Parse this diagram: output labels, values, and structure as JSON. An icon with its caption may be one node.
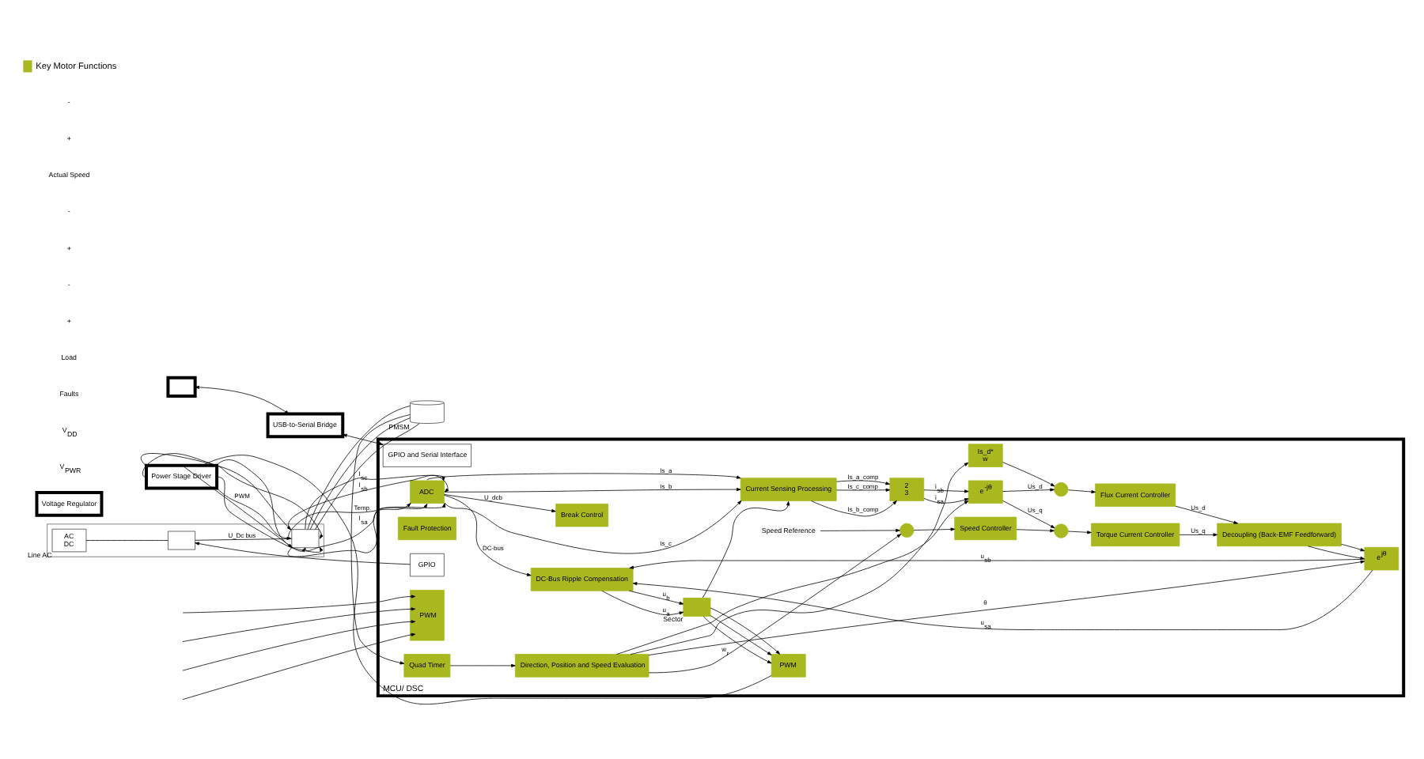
{
  "diagram": {
    "nodes": [
      {
        "text": [],
        "shape": "box"
      },
      {
        "text": [
          "USB-to-Serial Bridge"
        ]
      },
      {
        "text": [
          "Voltage Regulator"
        ]
      },
      {
        "text": [],
        "shape": "box"
      },
      {
        "text": [
          "AC",
          "DC"
        ],
        "beside": [
          "Line AC"
        ],
        "in": 3
      },
      {
        "text": [],
        "shape": "box",
        "in": 3
      },
      {
        "text": [],
        "shape": "box",
        "in": 3
      },
      {
        "text": [],
        "shape": "cylinder",
        "beside": [
          "PMSM"
        ]
      },
      {
        "text": [
          "Power Stage Driver"
        ]
      },
      {
        "text": [
          "MCU/ DSC"
        ]
      },
      {
        "text": [
          "GPIO and Serial Interface"
        ],
        "in": 9
      },
      {
        "text": [
          "PWM"
        ],
        "in": 9
      },
      {
        "text": [
          "Fault Protection"
        ],
        "in": 9
      },
      {
        "text": [
          "GPIO"
        ],
        "in": 9
      },
      {
        "text": [
          "Break Control"
        ],
        "in": 9
      },
      {
        "text": [
          "PWM"
        ],
        "in": 9
      },
      {
        "text": [
          "ADC"
        ],
        "in": 9
      },
      {
        "text": [
          "Quad Timer"
        ],
        "in": 9
      },
      {
        "text": [
          "Speed Reference"
        ],
        "in": 9
      },
      {
        "text": [],
        "shape": "circle",
        "in": 9
      },
      {
        "text": [
          "Speed Controller"
        ],
        "in": 9
      },
      {
        "text": [],
        "shape": "circle",
        "in": 9
      },
      {
        "text": [
          "Torque Current Controller"
        ],
        "in": 9
      },
      {
        "text": [],
        "shape": "box",
        "beside": [
          "Sector"
        ],
        "in": 9
      },
      {
        "text": [
          "Decoupling (Back-EMF Feedforward)"
        ],
        "in": 9
      },
      {
        "text": [
          "e$^{jθ}$"
        ],
        "in": 9
      },
      {
        "text": [
          "DC-Bus Ripple Compensation"
        ],
        "in": 9
      },
      {
        "text": [
          "Direction, Position and Speed Evaluation"
        ],
        "in": 9
      },
      {
        "text": [
          "Is_d*",
          "w"
        ],
        "in": 9
      },
      {
        "text": [],
        "shape": "circle",
        "in": 9
      },
      {
        "text": [
          "Flux Current Controller"
        ],
        "in": 9
      },
      {
        "text": [
          "e$^{-jθ}$"
        ],
        "in": 9
      },
      {
        "text": [
          "2",
          "3"
        ],
        "in": 9
      },
      {
        "text": [
          "Current Sensing Processing"
        ],
        "in": 9
      }
    ],
    "edges": [
      {
        "from": 0,
        "to": 1,
        "arrow": "both"
      },
      {
        "from": 1,
        "to": 10,
        "arrow": "both"
      },
      {
        "from": null,
        "to": 11,
        "arrow": "to"
      },
      {
        "from": null,
        "to": 11,
        "arrow": "to"
      },
      {
        "from": null,
        "to": 11,
        "arrow": "to"
      },
      {
        "from": null,
        "to": 11,
        "arrow": "to"
      },
      {
        "from": 13,
        "to": 5,
        "arrow": "to"
      },
      {
        "from": 4,
        "to": 5,
        "arrow": "none"
      },
      {
        "from": 5,
        "to": 6,
        "arrow": "none",
        "label": "U_Dc bus"
      },
      {
        "from": 15,
        "to": 8,
        "arrow": "none"
      },
      {
        "from": 8,
        "to": 6,
        "arrow": "to",
        "label": "PWM"
      },
      {
        "from": 8,
        "to": 6,
        "arrow": "to"
      },
      {
        "from": 8,
        "to": 6,
        "arrow": "to"
      },
      {
        "from": 8,
        "to": 6,
        "arrow": "to"
      },
      {
        "from": 8,
        "to": 6,
        "arrow": "to"
      },
      {
        "from": 8,
        "to": 6,
        "arrow": "to"
      },
      {
        "from": 6,
        "to": 16,
        "arrow": "to",
        "label": "Temp."
      },
      {
        "from": 6,
        "to": 16,
        "arrow": "to"
      },
      {
        "from": 6,
        "to": 16,
        "arrow": "to",
        "label": "I$_{sa}$"
      },
      {
        "from": 6,
        "to": 16,
        "arrow": "to",
        "label": "I$_{sb}$"
      },
      {
        "from": 6,
        "to": 16,
        "arrow": "to",
        "label": "I$_{sc}$"
      },
      {
        "from": 6,
        "to": 7,
        "arrow": "none"
      },
      {
        "from": 6,
        "to": 7,
        "arrow": "none"
      },
      {
        "from": 6,
        "to": 7,
        "arrow": "none"
      },
      {
        "from": 7,
        "to": 17,
        "arrow": "to"
      },
      {
        "from": 17,
        "to": 27,
        "arrow": "to"
      },
      {
        "from": 16,
        "to": 33,
        "arrow": "to",
        "label": "Is_a"
      },
      {
        "from": 16,
        "to": 33,
        "arrow": "to",
        "label": "Is_b"
      },
      {
        "from": 16,
        "to": 33,
        "arrow": "to",
        "label": "Is_c"
      },
      {
        "from": 23,
        "to": 33,
        "arrow": "to"
      },
      {
        "from": 16,
        "to": 26,
        "arrow": "to",
        "label": "DC-bus"
      },
      {
        "from": 16,
        "to": 14,
        "arrow": "to",
        "label": "U_dcb"
      },
      {
        "from": 26,
        "to": 23,
        "arrow": "to",
        "label": "u$_{a}$"
      },
      {
        "from": 26,
        "to": 23,
        "arrow": "to",
        "label": "u$_{b}$"
      },
      {
        "from": 23,
        "to": 15,
        "arrow": "to"
      },
      {
        "from": 23,
        "to": 15,
        "arrow": "to"
      },
      {
        "from": 23,
        "to": 15,
        "arrow": "to"
      },
      {
        "from": 25,
        "to": 26,
        "arrow": "to",
        "label": "u$_{sa}$"
      },
      {
        "from": 25,
        "to": 26,
        "arrow": "to",
        "label": "u$_{sb}$"
      },
      {
        "from": 24,
        "to": 25,
        "arrow": "to"
      },
      {
        "from": 24,
        "to": 25,
        "arrow": "to"
      },
      {
        "from": 22,
        "to": 24,
        "arrow": "to",
        "label": "Us_q"
      },
      {
        "from": 30,
        "to": 24,
        "arrow": "to",
        "label": "Us_d"
      },
      {
        "from": 18,
        "to": 19,
        "arrow": "to"
      },
      {
        "from": 19,
        "to": 20,
        "arrow": "to"
      },
      {
        "from": 20,
        "to": 21,
        "arrow": "to"
      },
      {
        "from": 21,
        "to": 22,
        "arrow": "to"
      },
      {
        "from": 28,
        "to": 29,
        "arrow": "to"
      },
      {
        "from": 29,
        "to": 30,
        "arrow": "to"
      },
      {
        "from": 27,
        "to": 19,
        "arrow": "to",
        "label": "w$_{r}$"
      },
      {
        "from": 27,
        "to": 28,
        "arrow": "to"
      },
      {
        "from": 27,
        "to": 25,
        "arrow": "to",
        "label": "θ"
      },
      {
        "from": 27,
        "to": 31,
        "arrow": "to"
      },
      {
        "from": 33,
        "to": 32,
        "arrow": "to",
        "label": "Is_a_comp"
      },
      {
        "from": 33,
        "to": 32,
        "arrow": "to",
        "label": "Is_b_comp"
      },
      {
        "from": 33,
        "to": 32,
        "arrow": "to",
        "label": "Is_c_comp"
      },
      {
        "from": 32,
        "to": 31,
        "arrow": "to",
        "label": "i$_{sa}$"
      },
      {
        "from": 32,
        "to": 31,
        "arrow": "to",
        "label": "i$_{sb}$"
      },
      {
        "from": 31,
        "to": 21,
        "arrow": "to",
        "label": "Us_q"
      },
      {
        "from": 31,
        "to": 29,
        "arrow": "to",
        "label": "Us_d"
      }
    ],
    "labels": [
      "V$_{PWR}$",
      "V$_{DD}$",
      "Faults",
      "Load",
      "+",
      "-",
      "+",
      "-",
      "Actual Speed",
      "+",
      "-"
    ],
    "legend": [
      {
        "text": "Key Motor Functions",
        "color": "#a9b81f"
      }
    ]
  }
}
